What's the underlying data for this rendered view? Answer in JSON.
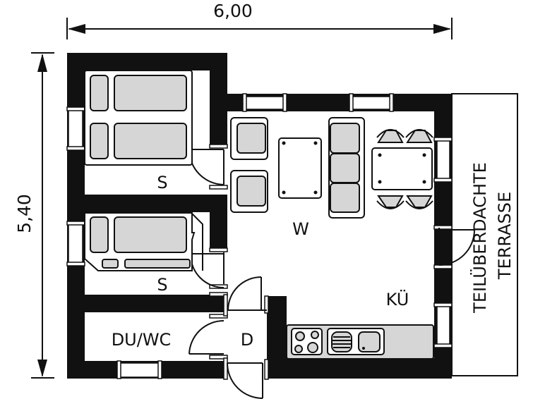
{
  "dimensions": {
    "width_label": "6,00",
    "height_label": "5,40"
  },
  "rooms": {
    "bedroom_1": "S",
    "bedroom_2": "S",
    "living": "W",
    "kitchen": "KÜ",
    "bathroom": "DU/WC",
    "hallway": "D"
  },
  "terrace": {
    "line1": "TEILÜBERDACHTE",
    "line2": "TERRASSE"
  },
  "colors": {
    "wall": "#111111",
    "furniture_fill": "#d6d6d6",
    "background": "#ffffff"
  }
}
